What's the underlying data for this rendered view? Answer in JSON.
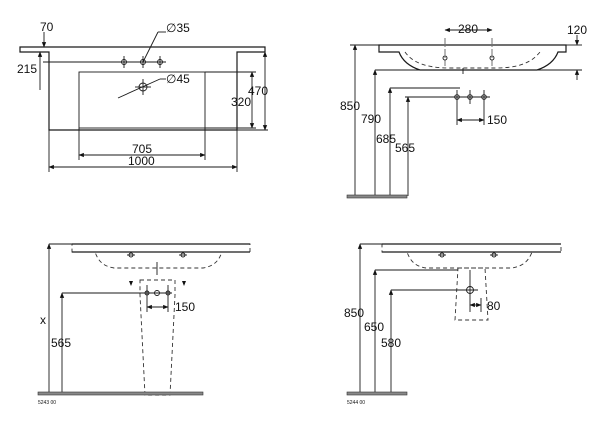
{
  "views": {
    "top": {
      "dims": {
        "d70": "70",
        "d215": "215",
        "dia35": "∅35",
        "dia45": "∅45",
        "d320": "320",
        "d470": "470",
        "d705": "705",
        "d1000": "1000"
      }
    },
    "side": {
      "dims": {
        "d280": "280",
        "d120": "120",
        "d850": "850",
        "d790": "790",
        "d685": "685",
        "d565": "565",
        "d150": "150"
      }
    },
    "front_pedestal": {
      "dims": {
        "dx": "x",
        "d565": "565",
        "d150": "150"
      },
      "code": "5243 00"
    },
    "front_semi": {
      "dims": {
        "d850": "850",
        "d650": "650",
        "d580": "580",
        "d80": "80"
      },
      "code": "5244 00"
    }
  }
}
